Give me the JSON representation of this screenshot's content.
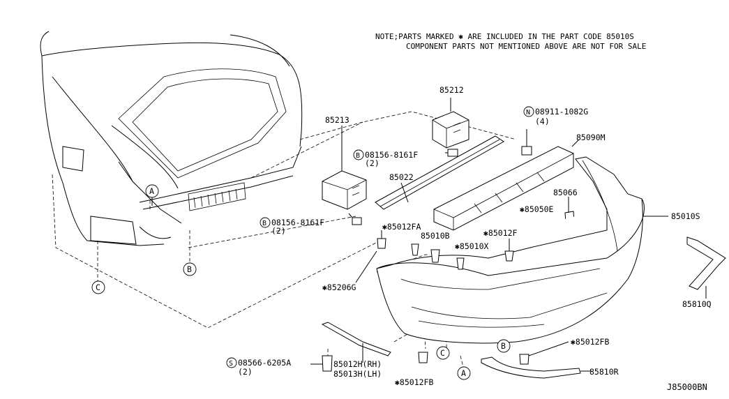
{
  "note": {
    "line1": "NOTE;PARTS MARKED ✱ ARE INCLUDED IN THE PART CODE 85010S",
    "line2": "COMPONENT PARTS NOT MENTIONED ABOVE ARE NOT FOR SALE"
  },
  "diagram_code": "J85000BN",
  "callouts": {
    "A": "A",
    "B": "B",
    "C": "C"
  },
  "parts": {
    "p85212": "85212",
    "p85213": "85213",
    "p85022": "85022",
    "p08911": "08911-1082G",
    "p08911_qty": "(4)",
    "p08911_prefix": "N",
    "p85090M": "85090M",
    "p08156a": "08156-8161F",
    "p08156a_qty": "(2)",
    "p08156a_prefix": "B",
    "p08156b": "08156-8161F",
    "p08156b_qty": "(2)",
    "p08156b_prefix": "B",
    "p85066": "85066",
    "p85050E": "✱85050E",
    "p85010S": "85010S",
    "p85012FA": "✱85012FA",
    "p85010B": "85010B",
    "p85012F": "✱85012F",
    "p85010X": "✱85010X",
    "p85206G": "✱85206G",
    "p85810Q": "85810Q",
    "p85012FB_right": "✱85012FB",
    "p85810R": "85810R",
    "p08566": "08566-6205A",
    "p08566_qty": "(2)",
    "p08566_prefix": "S",
    "p85012H": "85012H(RH)",
    "p85013H": "85013H(LH)",
    "p85012FB_bottom": "✱85012FB"
  }
}
